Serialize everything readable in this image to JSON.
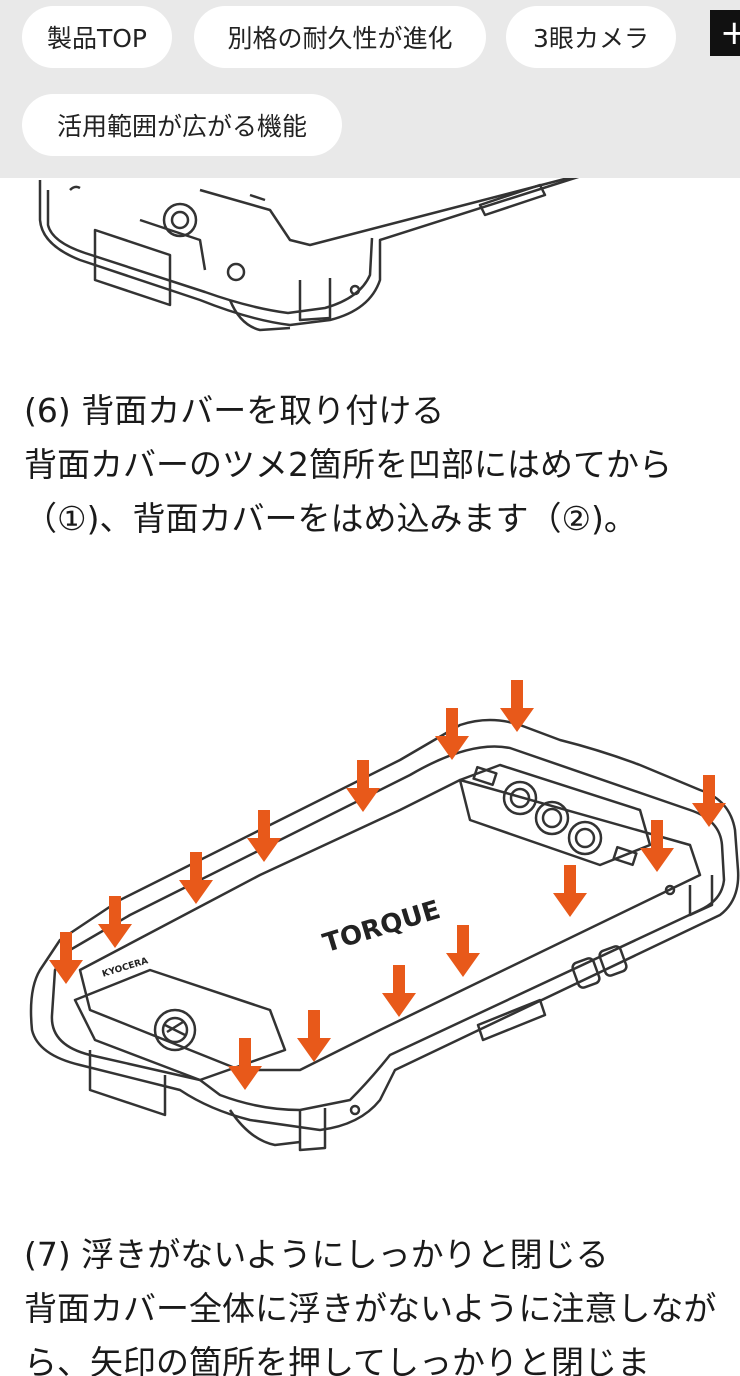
{
  "nav": {
    "chips": [
      {
        "label": "製品TOP"
      },
      {
        "label": "別格の耐久性が進化"
      },
      {
        "label": "3眼カメラ"
      },
      {
        "label": "活用範囲が広がる機能"
      }
    ],
    "more_label": "+"
  },
  "illustration": {
    "brand_label": "TORQUE",
    "maker_label": "KYOCERA"
  },
  "steps": [
    {
      "title": "(6) 背面カバーを取り付ける",
      "body": "背面カバーのツメ2箇所を凹部にはめてから（①)、背面カバーをはめ込みます（②)。"
    },
    {
      "title": "(7) 浮きがないようにしっかりと閉じる",
      "body": "背面カバー全体に浮きがないように注意しながら、矢印の箇所を押してしっかりと閉じま"
    }
  ],
  "colors": {
    "nav_background": "#e9e9e9",
    "chip_background": "#ffffff",
    "arrow": "#e8591a",
    "line_art": "#333333"
  }
}
